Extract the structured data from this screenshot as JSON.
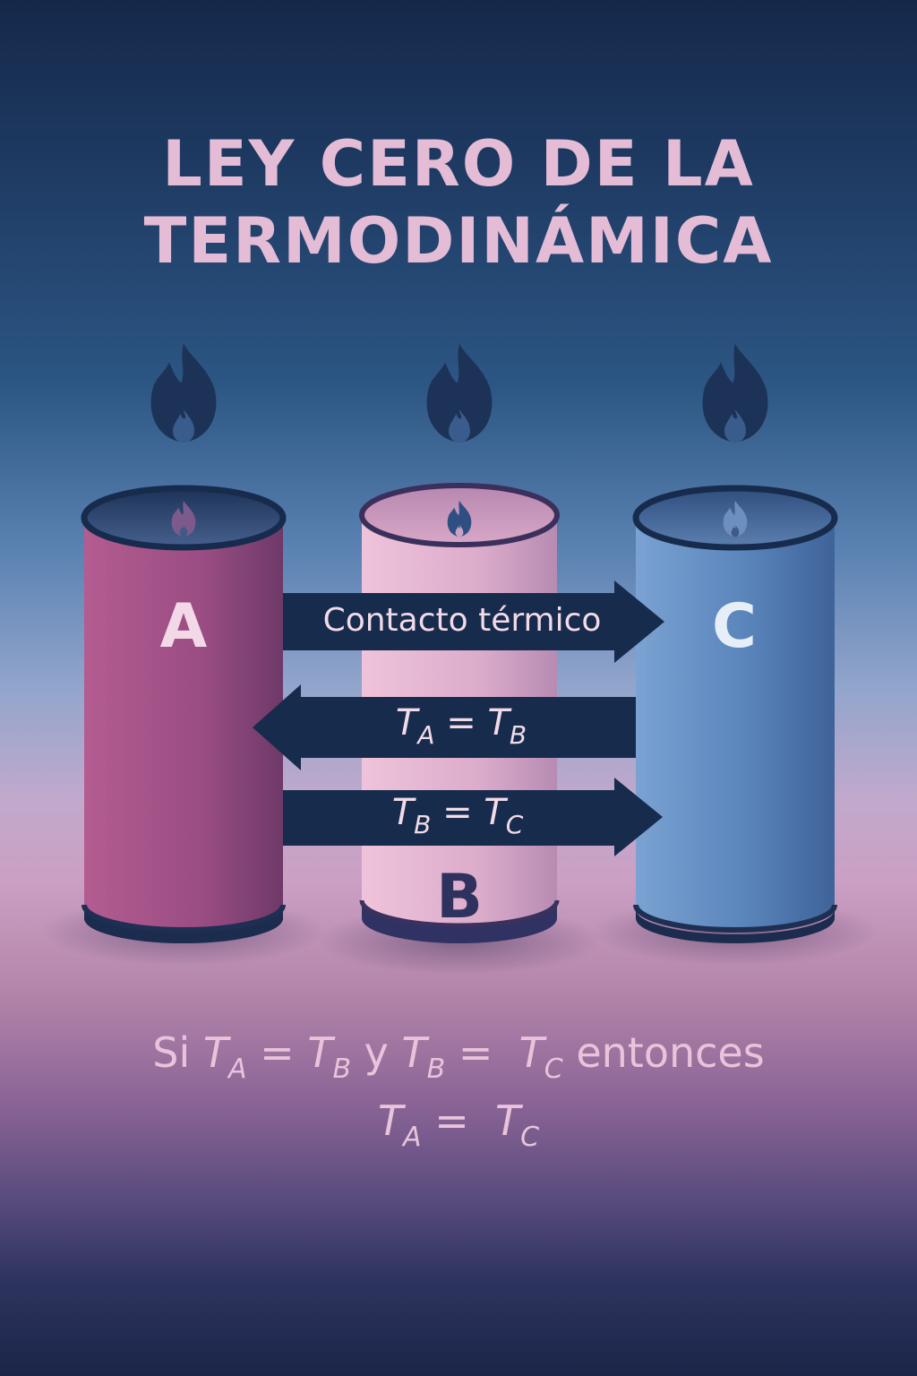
{
  "title": {
    "line1": "LEY CERO DE LA",
    "line2": "TERMODINÁMICA"
  },
  "cylinders": {
    "a": {
      "label": "A",
      "color": "#9c4f82"
    },
    "b": {
      "label": "B",
      "color": "#e3b1cc"
    },
    "c": {
      "label": "C",
      "color": "#5d88bf"
    }
  },
  "arrows": {
    "contact": "Contacto térmico",
    "eq_ab": {
      "t1": "T",
      "s1": "A",
      "op": "=",
      "t2": "T",
      "s2": "B"
    },
    "eq_bc": {
      "t1": "T",
      "s1": "B",
      "op": "=",
      "t2": "T",
      "s2": "C"
    }
  },
  "conclusion": {
    "si": "Si",
    "y": "y",
    "entonces": "entonces",
    "t": "T",
    "eq": "=",
    "sub_a": "A",
    "sub_b": "B",
    "sub_c": "C"
  },
  "colors": {
    "arrow_fill": "#172b4d",
    "flame": "#1c3357",
    "title": "#e4bcd6"
  },
  "icons": [
    "flame-icon"
  ]
}
